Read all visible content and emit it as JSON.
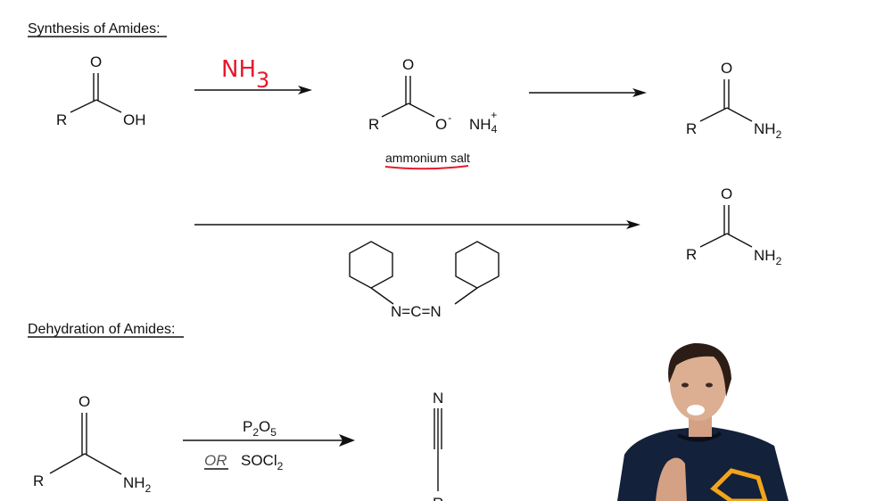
{
  "sections": {
    "synthesis_title": "Synthesis of Amides:",
    "dehydration_title": "Dehydration of Amides:"
  },
  "synthesis": {
    "acid": {
      "r": "R",
      "o": "O",
      "oh": "OH"
    },
    "reagent_handwritten": {
      "main": "NH",
      "sub": "3"
    },
    "salt": {
      "r": "R",
      "o": "O",
      "o_minus": "O",
      "minus": "-",
      "nh": "NH",
      "sub": "4",
      "plus": "+",
      "label": "ammonium salt"
    },
    "amide_1": {
      "r": "R",
      "o": "O",
      "nh": "NH",
      "sub": "2"
    },
    "amide_2": {
      "r": "R",
      "o": "O",
      "nh": "NH",
      "sub": "2"
    },
    "dcc": {
      "label": "N=C=N"
    }
  },
  "dehydration": {
    "amide": {
      "r": "R",
      "o": "O",
      "nh": "NH",
      "sub": "2"
    },
    "reagent_1": {
      "p": "P",
      "p_sub": "2",
      "o": "O",
      "o_sub": "5"
    },
    "or_label": "OR",
    "reagent_2": {
      "main": "SOCl",
      "sub": "2"
    },
    "nitrile": {
      "n": "N",
      "r": "R"
    }
  },
  "colors": {
    "handwriting": "#e8192c",
    "ink": "#111111",
    "shirt": "#13213a",
    "logo": "#f2a51a"
  }
}
